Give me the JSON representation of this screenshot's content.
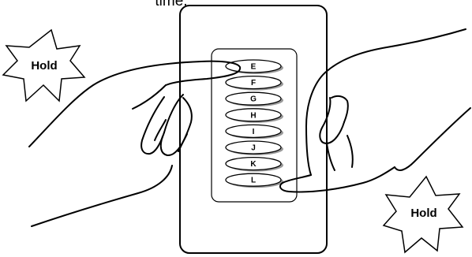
{
  "caption_fragment": "time.",
  "keypad": {
    "buttons": [
      "E",
      "F",
      "G",
      "H",
      "I",
      "J",
      "K",
      "L"
    ]
  },
  "callouts": {
    "left": "Hold",
    "right": "Hold"
  },
  "colors": {
    "stroke": "#000000",
    "button_fill": "#ffffff",
    "button_shadow": "#9a9a9a",
    "background": "#ffffff"
  }
}
